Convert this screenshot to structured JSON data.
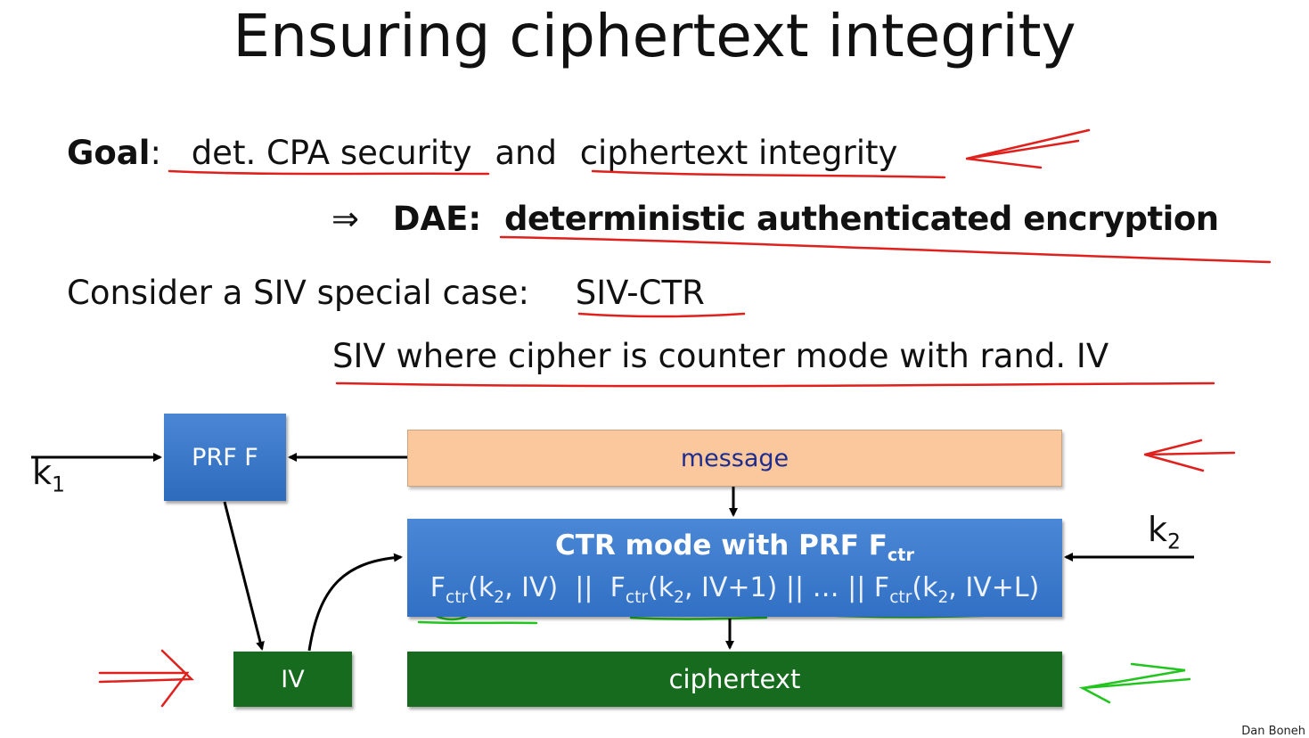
{
  "slide": {
    "title": "Ensuring ciphertext integrity",
    "goal": {
      "label": "Goal",
      "colon": ":",
      "part1": "det. CPA security",
      "and": "and",
      "part2": "ciphertext integrity"
    },
    "implies": {
      "symbol": "⇒",
      "label": "DAE:",
      "text": "deterministic authenticated encryption"
    },
    "consider": {
      "text": "Consider a SIV special case:",
      "name": "SIV-CTR"
    },
    "siv_line": "SIV where cipher is counter mode with rand. IV",
    "credit": "Dan Boneh"
  },
  "diagram": {
    "k1": "k",
    "k1_sub": "1",
    "k2": "k",
    "k2_sub": "2",
    "prf_box": "PRF  F",
    "message_box": "message",
    "ctr_title_main": "CTR mode with PRF  F",
    "ctr_title_sub": "ctr",
    "ctr_formula": {
      "t1_f": "F",
      "t1_sub": "ctr",
      "t1_rest": "(k",
      "t1_k": "2",
      "t1_end": ", IV)",
      "sep1": "  ||  ",
      "t2_f": "F",
      "t2_sub": "ctr",
      "t2_rest": "(k",
      "t2_k": "2",
      "t2_end": ", IV+1)",
      "sep2": " || ",
      "dots": "…",
      "sep3": " || ",
      "t3_f": "F",
      "t3_sub": "ctr",
      "t3_rest": "(k",
      "t3_k": "2",
      "t3_end": ", IV+L)"
    },
    "iv_box": "IV",
    "ciphertext_box": "ciphertext"
  },
  "colors": {
    "ink_red": "#e0201c",
    "ink_green": "#22c41e",
    "box_blue": "#3b78c9",
    "box_green": "#176b1e",
    "box_peach": "#fac89c"
  }
}
